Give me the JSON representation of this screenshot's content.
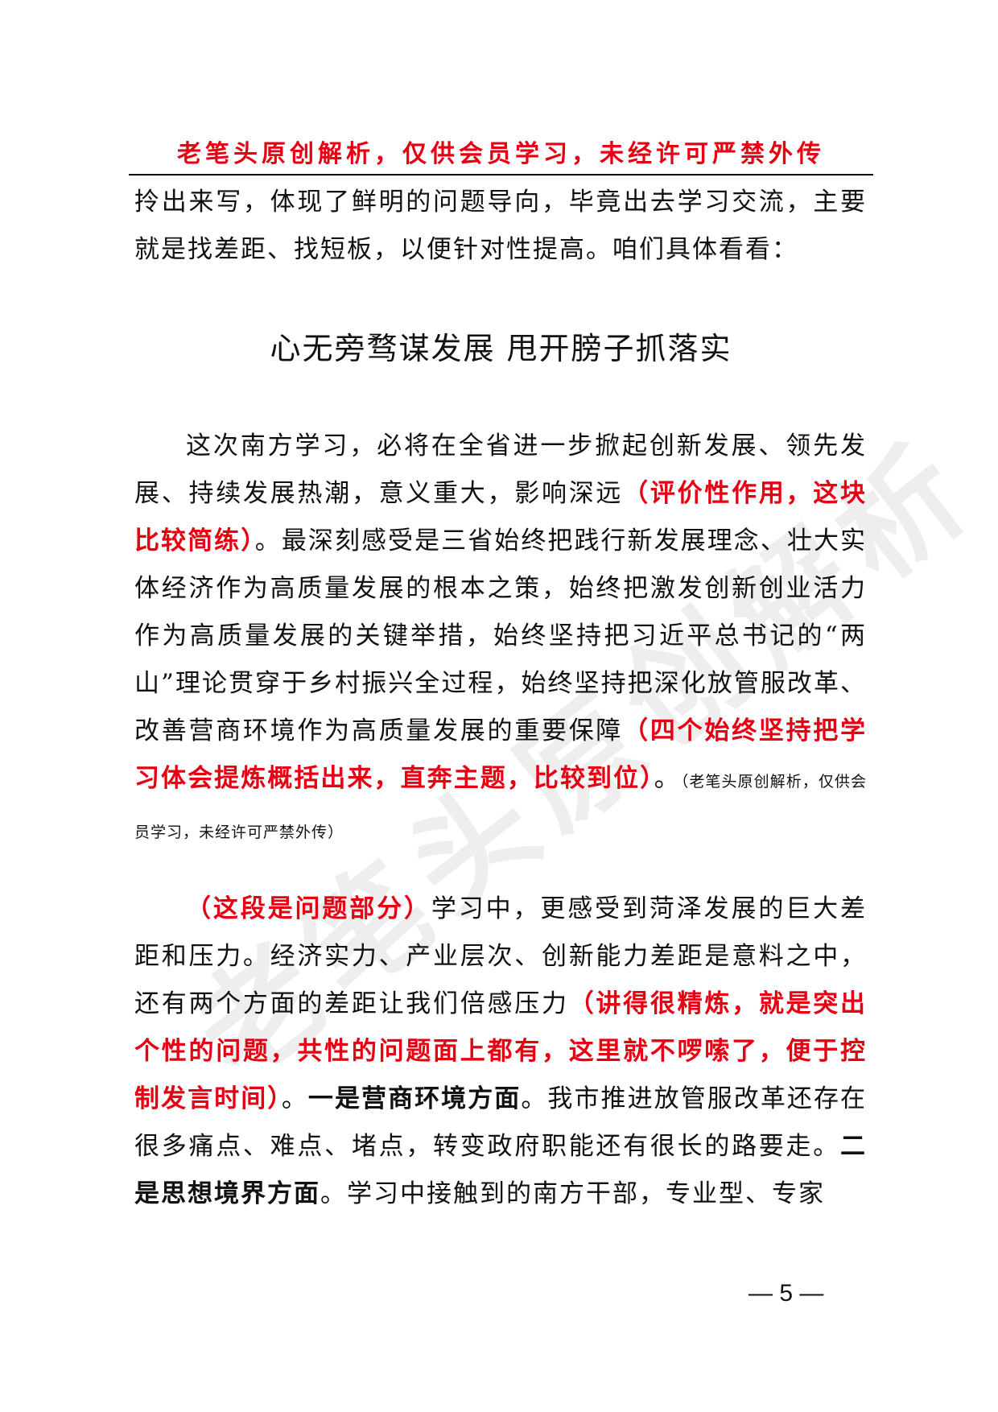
{
  "header": {
    "notice": "老笔头原创解析，仅供会员学习，未经许可严禁外传"
  },
  "paragraph_top": "拎出来写，体现了鲜明的问题导向，毕竟出去学习交流，主要就是找差距、找短板，以便针对性提高。咱们具体看看：",
  "article": {
    "title": "心无旁骛谋发展 甩开膀子抓落实"
  },
  "paragraph_1": {
    "text_a": "这次南方学习，必将在全省进一步掀起创新发展、领先发展、持续发展热潮，意义重大，影响深远",
    "note_a": "（评价性作用，这块比较简练）",
    "text_b": "。最深刻感受是三省始终把践行新发展理念、壮大实体经济作为高质量发展的根本之策，始终把激发创新创业活力作为高质量发展的关键举措，始终坚持把习近平总书记的“两山”理论贯穿于乡村振兴全过程，始终坚持把深化放管服改革、改善营商环境作为高质量发展的重要保障",
    "note_b": "（四个始终坚持把学习体会提炼概括出来，直奔主题，比较到位）",
    "text_c": "。",
    "small_note": "（老笔头原创解析，仅供会员学习，未经许可严禁外传）"
  },
  "paragraph_2": {
    "note_a": "（这段是问题部分）",
    "text_a": "学习中，更感受到菏泽发展的巨大差距和压力。经济实力、产业层次、创新能力差距是意料之中，还有两个方面的差距让我们倍感压力",
    "note_b": "（讲得很精炼，就是突出个性的问题，共性的问题面上都有，这里就不啰嗦了，便于控制发言时间）",
    "text_b": "。",
    "bold_a": "一是营商环境方面",
    "text_c": "。我市推进放管服改革还存在很多痛点、难点、堵点，转变政府职能还有很长的路要走。",
    "bold_b": "二是思想境界方面",
    "text_d": "。学习中接触到的南方干部，专业型、专家"
  },
  "footer": {
    "page_number": "— 5 —"
  },
  "watermark": {
    "text": "老笔头原创解析"
  },
  "colors": {
    "accent_red": "#e60012",
    "text": "#111111",
    "watermark": "#969696"
  }
}
